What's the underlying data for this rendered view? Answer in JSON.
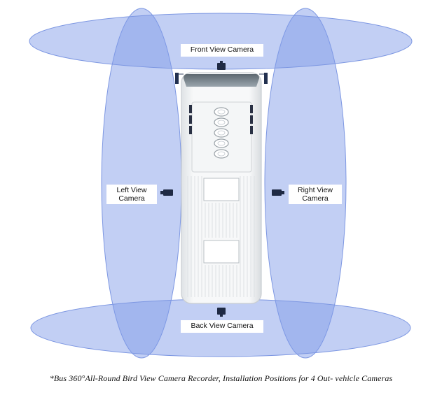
{
  "cameras": {
    "front": {
      "label": "Front View Camera"
    },
    "back": {
      "label": "Back View Camera"
    },
    "left": {
      "label_line1": "Left View",
      "label_line2": "Camera"
    },
    "right": {
      "label_line1": "Right View",
      "label_line2": "Camera"
    }
  },
  "caption": "*Bus 360°All-Round Bird View Camera Recorder,  Installation Positions for 4 Out- vehicle Cameras",
  "colors": {
    "coverage_fill": "#7f9ae8",
    "coverage_stroke": "#6f8fe0",
    "bus_body": "#f2f4f5",
    "bus_outline": "#c8ccd0",
    "camera": "#1f2a44"
  },
  "icons": [
    "bus-icon",
    "camera-icon"
  ]
}
